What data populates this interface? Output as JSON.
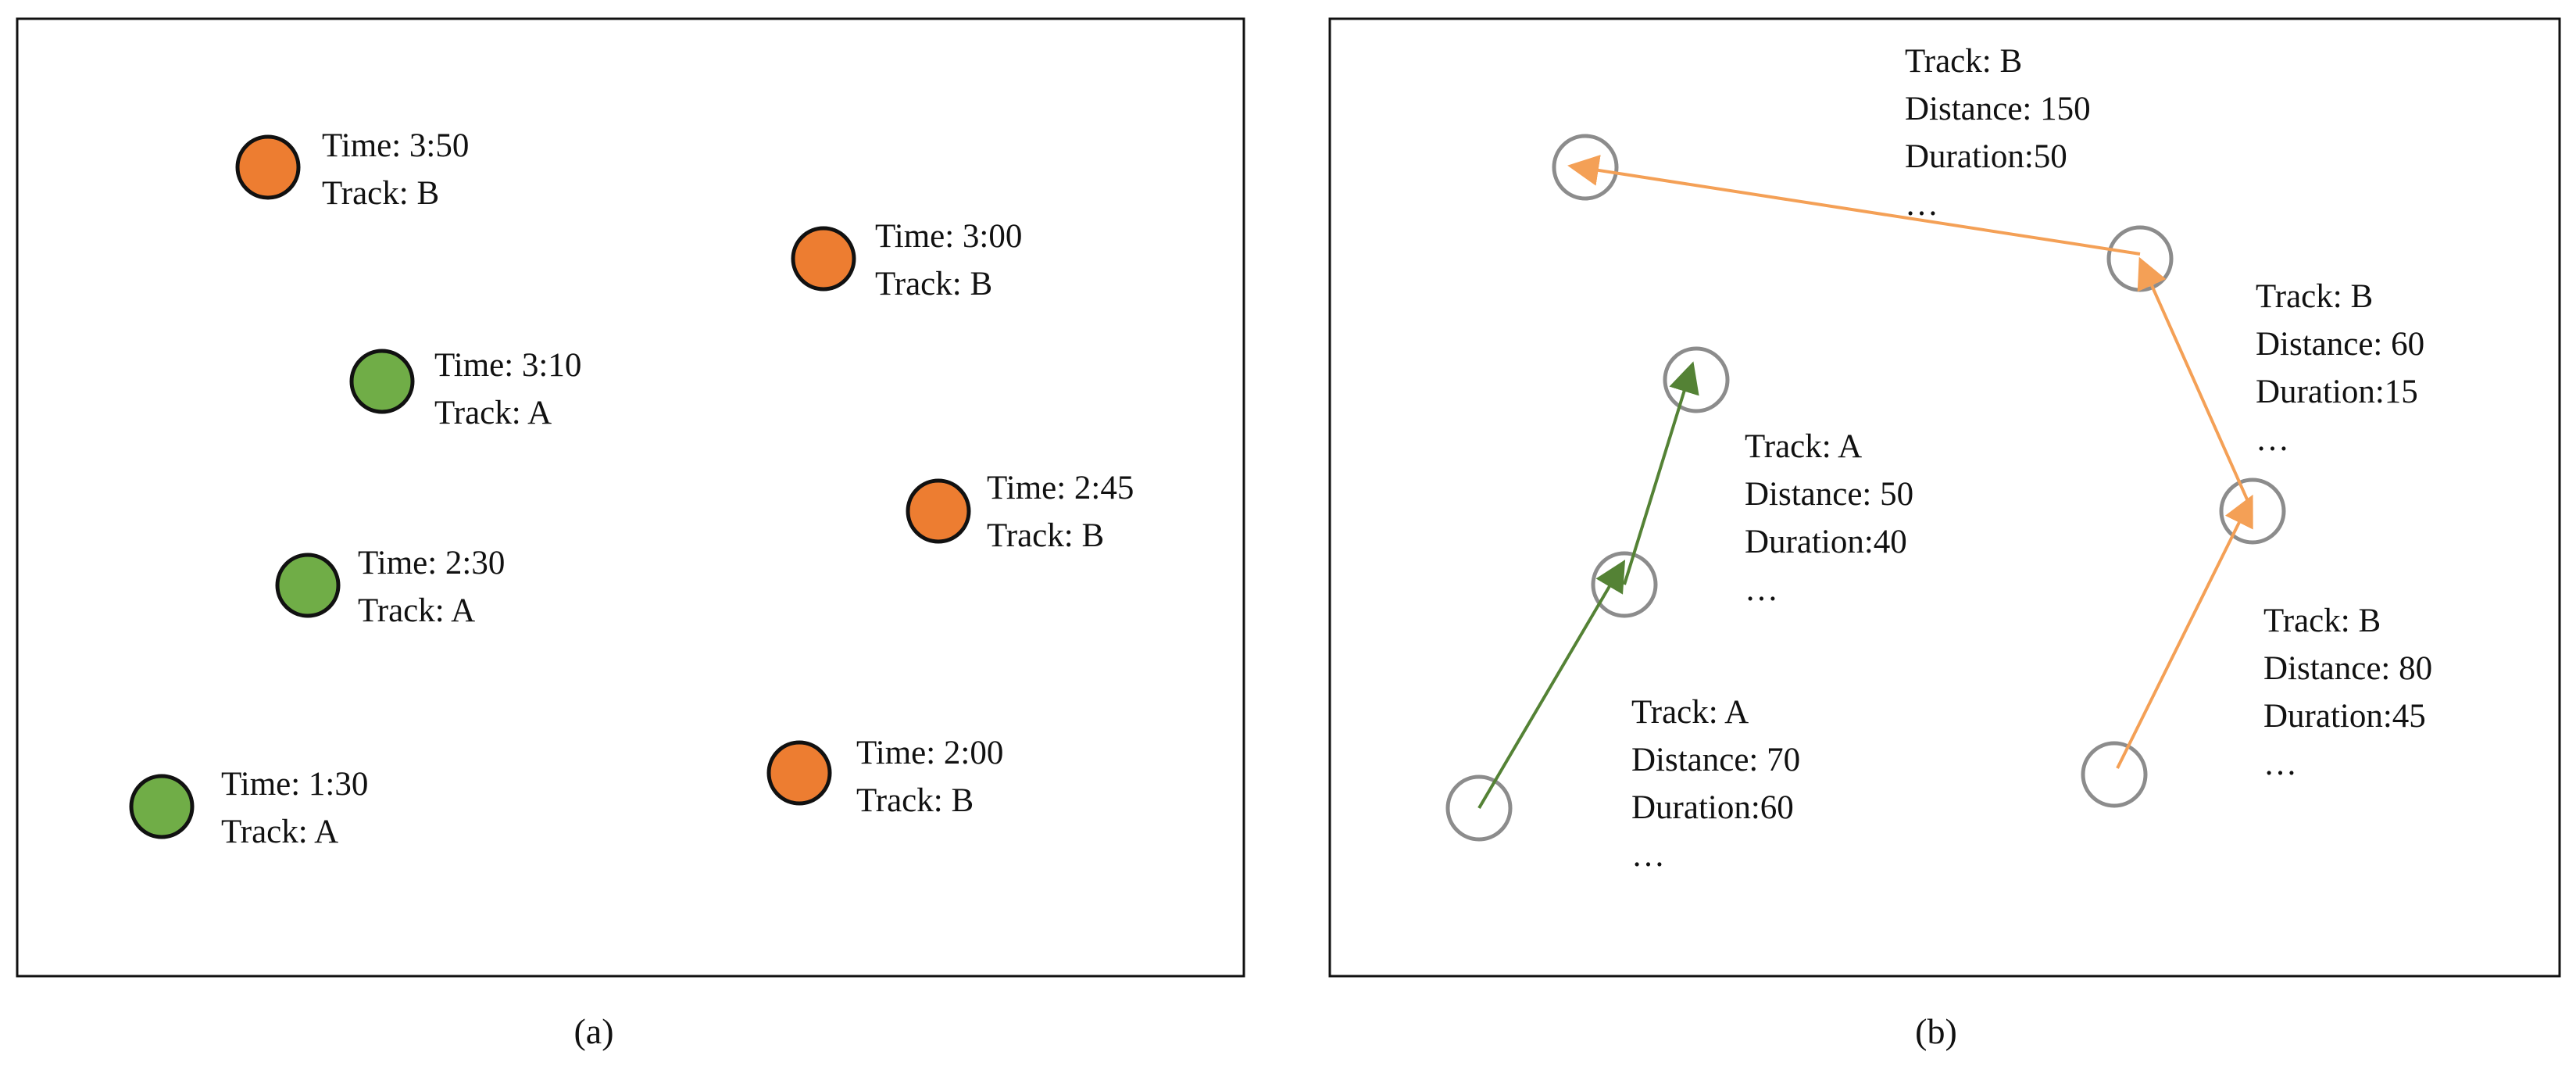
{
  "colors": {
    "green": "#70ad47",
    "orange": "#ed7d31",
    "outline": "#111111",
    "node_outline": "#8c8c8c",
    "green_arrow": "#548235",
    "orange_arrow": "#f4a056"
  },
  "panel_a": {
    "caption": "(a)",
    "points": [
      {
        "color": "orange",
        "line1": "Time: 3:50",
        "line2": "Track: B"
      },
      {
        "color": "orange",
        "line1": "Time: 3:00",
        "line2": "Track: B"
      },
      {
        "color": "green",
        "line1": "Time: 3:10",
        "line2": "Track: A"
      },
      {
        "color": "orange",
        "line1": "Time: 2:45",
        "line2": "Track: B"
      },
      {
        "color": "green",
        "line1": "Time: 2:30",
        "line2": "Track: A"
      },
      {
        "color": "orange",
        "line1": "Time: 2:00",
        "line2": "Track: B"
      },
      {
        "color": "green",
        "line1": "Time: 1:30",
        "line2": "Track: A"
      }
    ]
  },
  "panel_b": {
    "caption": "(b)",
    "segments": [
      {
        "track": "Track: A",
        "distance": "Distance: 70",
        "duration": "Duration:60",
        "more": "…"
      },
      {
        "track": "Track: A",
        "distance": "Distance: 50",
        "duration": "Duration:40",
        "more": "…"
      },
      {
        "track": "Track: B",
        "distance": "Distance: 80",
        "duration": "Duration:45",
        "more": "…"
      },
      {
        "track": "Track: B",
        "distance": "Distance: 60",
        "duration": "Duration:15",
        "more": "…"
      },
      {
        "track": "Track: B",
        "distance": "Distance: 150",
        "duration": "Duration:50",
        "more": "…"
      }
    ]
  }
}
